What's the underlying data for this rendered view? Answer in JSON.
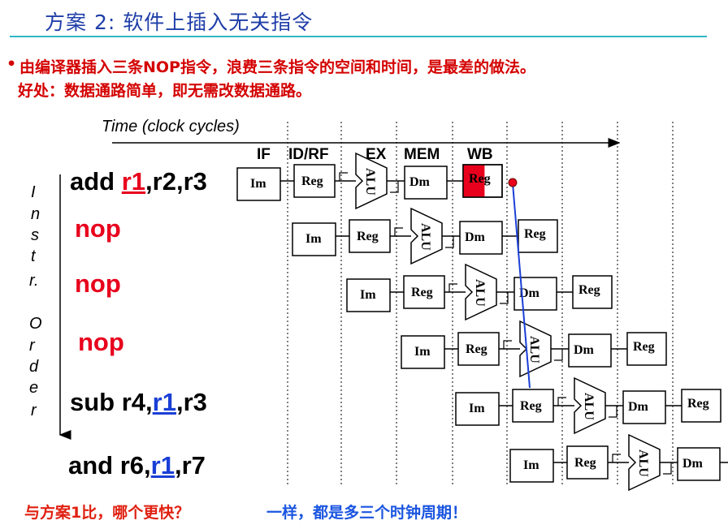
{
  "title": "方案 2: 软件上插入无关指令",
  "bullet_symbol": "•",
  "bullet_line1": "由编译器插入三条NOP指令，浪费三条指令的空间和时间，是最差的做法。",
  "bullet_line2": "好处：数据通路简单，即无需改数据通路。",
  "diagram": {
    "time_label": "Time (clock cycles)",
    "stages": [
      "IF",
      "ID/RF",
      "EX",
      "MEM",
      "WB"
    ],
    "axis_label": [
      "I",
      "n",
      "s",
      "t",
      "r.",
      "O",
      "r",
      "d",
      "e",
      "r"
    ],
    "unit_labels": {
      "im": "Im",
      "reg": "Reg",
      "alu": "ALU",
      "dm": "Dm"
    },
    "instructions": [
      {
        "kind": "normal",
        "pre": "add ",
        "reg": "r1",
        "post": ",r2,r3",
        "reg_color": "red"
      },
      {
        "kind": "nop",
        "text": "nop"
      },
      {
        "kind": "nop",
        "text": "nop"
      },
      {
        "kind": "nop",
        "text": "nop"
      },
      {
        "kind": "normal",
        "pre": "sub r4,",
        "reg": "r1",
        "post": ",r3",
        "reg_color": "blue"
      },
      {
        "kind": "normal",
        "pre": "and r6,",
        "reg": "r1",
        "post": ",r7",
        "reg_color": "blue"
      }
    ]
  },
  "question": "与方案1比，哪个更快？",
  "answer": "一样，都是多三个时钟周期！",
  "colors": {
    "title": "#1f3ea8",
    "rule": "#2fb7c4",
    "red": "#e8001c",
    "blue": "#1a3fd6",
    "reg_highlight": "#e8001c"
  }
}
